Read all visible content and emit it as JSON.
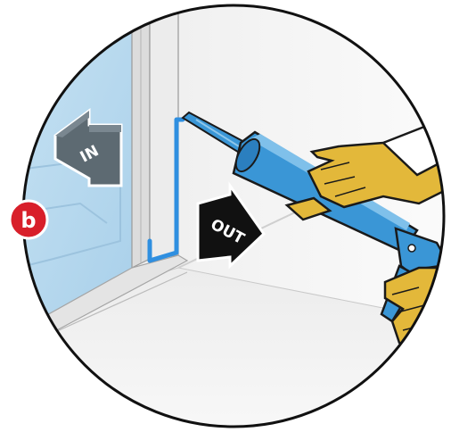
{
  "step_badge": {
    "label": "b",
    "color": "#d81f2a"
  },
  "arrows": {
    "inside_label": "IN",
    "outside_label": "OUT"
  },
  "colors": {
    "glass": "#bcdcef",
    "caulk_bead": "#2f8fe0",
    "caulk_gun": "#3a96d6",
    "gloves": "#e3b83a",
    "wall": "#f2f2f2",
    "outline": "#1a1a1a"
  }
}
